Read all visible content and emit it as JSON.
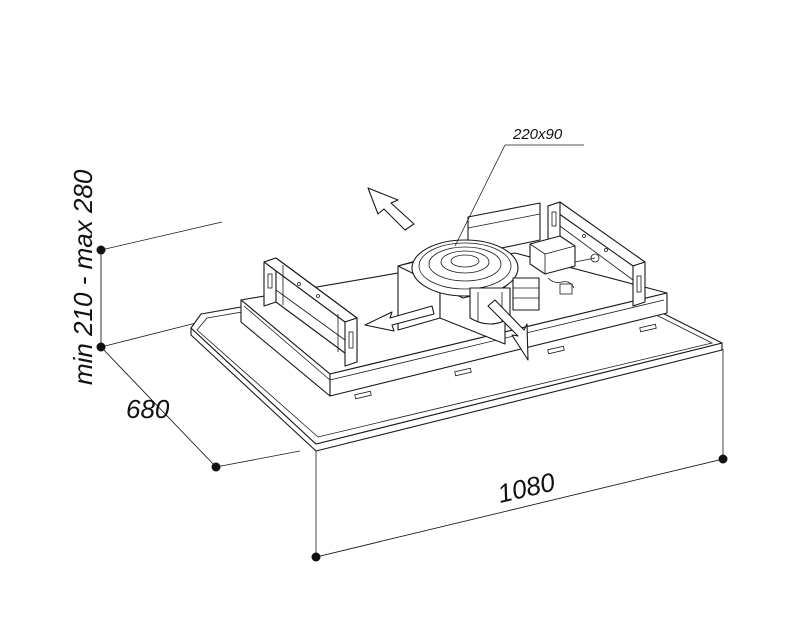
{
  "dimensions": {
    "height": "min 210 - max 280",
    "depth": "680",
    "width": "1080",
    "duct": "220x90"
  }
}
